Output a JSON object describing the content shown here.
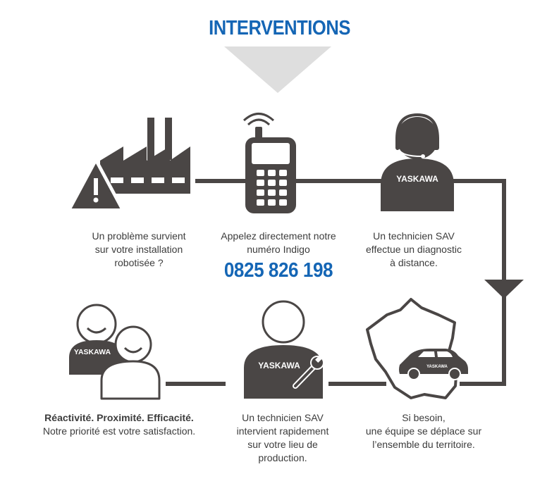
{
  "title": "INTERVENTIONS",
  "brand": "YASKAWA",
  "colors": {
    "accent_blue": "#1566b5",
    "icon_dark": "#4a4645",
    "text": "#3c3c3c",
    "arrow_grey": "#dedede"
  },
  "steps": [
    {
      "icon": "factory-warning-icon",
      "lines": [
        "Un problème survient",
        "sur votre installation",
        "robotisée ?"
      ]
    },
    {
      "icon": "phone-icon",
      "lines": [
        "Appelez directement notre",
        "numéro Indigo"
      ],
      "phone_number": "0825 826 198"
    },
    {
      "icon": "technician-headset-icon",
      "lines": [
        "Un technicien SAV",
        "effectue un diagnostic",
        "à distance."
      ]
    },
    {
      "icon": "france-map-car-icon",
      "lines": [
        "Si besoin,",
        "une équipe se déplace sur",
        "l’ensemble du territoire."
      ]
    },
    {
      "icon": "technician-wrench-icon",
      "lines": [
        "Un technicien SAV",
        "intervient rapidement",
        "sur votre lieu de",
        "production."
      ]
    },
    {
      "icon": "satisfied-customers-icon",
      "bold_line": "Réactivité. Proximité. Efficacité.",
      "lines": [
        "Notre priorité est votre satisfaction."
      ]
    }
  ]
}
